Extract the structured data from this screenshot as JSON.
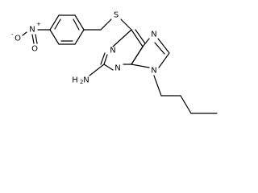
{
  "atoms": {
    "sulfur": "S",
    "n1": "N",
    "n3": "N",
    "n7": "N",
    "n9": "N",
    "amine_h": "H",
    "amine_sub": "2",
    "amine_n": "N",
    "nitro_o_left": "O",
    "nitro_minus": "-",
    "nitro_n": "N",
    "nitro_plus": "+",
    "nitro_o_bottom": "O"
  },
  "colors": {
    "bond": "#000000",
    "label": "#000000",
    "background": "#ffffff"
  }
}
